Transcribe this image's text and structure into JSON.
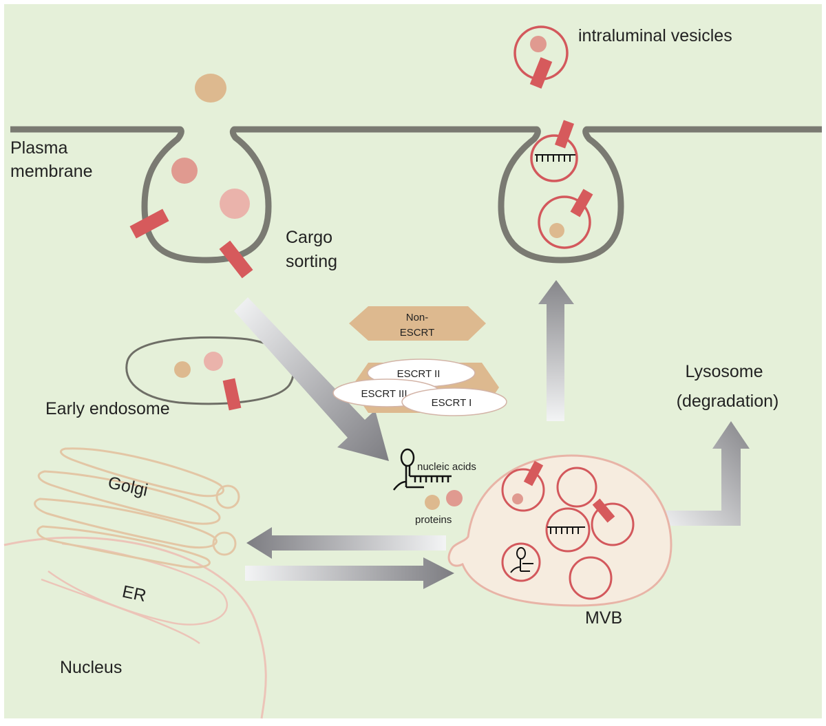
{
  "labels": {
    "plasma_membrane_line1": "Plasma",
    "plasma_membrane_line2": "membrane",
    "cargo_sorting_line1": "Cargo",
    "cargo_sorting_line2": "sorting",
    "intraluminal_vesicles": "intraluminal vesicles",
    "early_endosome": "Early endosome",
    "golgi": "Golgi",
    "er": "ER",
    "nucleus": "Nucleus",
    "nucleic_acids": "nucleic acids",
    "proteins": "proteins",
    "mvb": "MVB",
    "lysosome_line1": "Lysosome",
    "lysosome_line2": "(degradation)",
    "non_escrt_line1": "Non-",
    "non_escrt_line2": "ESCRT",
    "escrt_ii": "ESCRT II",
    "escrt_iii": "ESCRT III",
    "escrt_i": "ESCRT I"
  },
  "colors": {
    "background": "#e5f0d9",
    "membrane": "#7a7a72",
    "cargo_red": "#d65a5c",
    "vesicle_outline": "#d3585c",
    "tan": "#ddb98f",
    "pink": "#eab3ab",
    "salmon": "#e09a90",
    "mvb_fill": "#f6ecdf",
    "mvb_outline": "#e8b4a7",
    "golgi": "#e3c6a5",
    "er": "#ecc4b8",
    "arrow_dark": "#86868a"
  }
}
